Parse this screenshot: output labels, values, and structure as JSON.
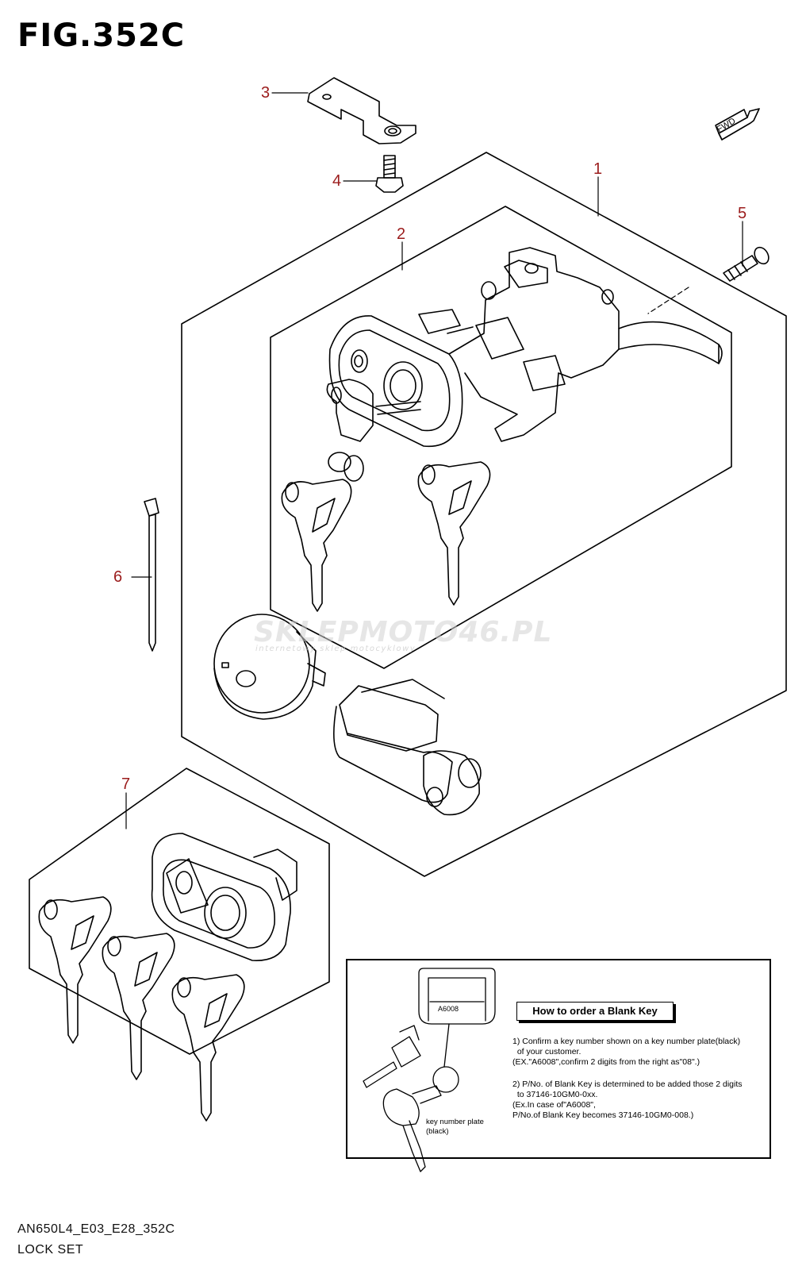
{
  "figure": {
    "title": "FIG.352C",
    "model_code": "AN650L4_E03_E28_352C",
    "section_name": "LOCK SET"
  },
  "callouts": [
    "1",
    "2",
    "3",
    "4",
    "5",
    "6",
    "7"
  ],
  "direction_tag": "FWD",
  "watermark": {
    "text": "SKLEPMOTO46.PL",
    "subtext": "internetowy sklep motocyklowy"
  },
  "blank_key_info": {
    "heading": "How to order a Blank Key",
    "plate_code": "A6008",
    "plate_label": "key number plate\n(black)",
    "step1": "1) Confirm a key number shown on a key number plate(black)\n  of your customer.\n(EX.\"A6008\",confirm 2 digits from the right as\"08\".)",
    "step2": "2) P/No. of Blank Key is determined to be added those 2 digits\n  to 37146-10GM0-0xx.\n(Ex.In case of\"A6008\",\nP/No.of Blank Key becomes 37146-10GM0-008.)"
  },
  "colors": {
    "line": "#000000",
    "callout": "#9b1c1c"
  }
}
